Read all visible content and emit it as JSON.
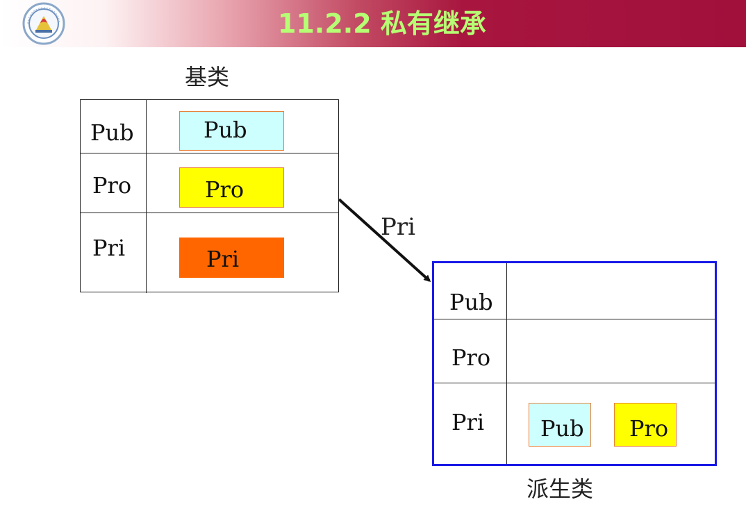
{
  "slide": {
    "title": "11.2.2 私有继承"
  },
  "base_class": {
    "caption": "基类",
    "rows": [
      {
        "label": "Pub",
        "member": "Pub",
        "member_color": "#ccfffd"
      },
      {
        "label": "Pro",
        "member": "Pro",
        "member_color": "#ffff00"
      },
      {
        "label": "Pri",
        "member": "Pri",
        "member_color": "#ff6600"
      }
    ]
  },
  "inheritance": {
    "mode_label": "Pri"
  },
  "derived_class": {
    "caption": "派生类",
    "rows": [
      {
        "label": "Pub"
      },
      {
        "label": "Pro"
      },
      {
        "label": "Pri",
        "members": [
          {
            "name": "Pub",
            "color": "#ccfffd"
          },
          {
            "name": "Pro",
            "color": "#ffff00"
          }
        ]
      }
    ]
  },
  "colors": {
    "derived_border": "#1a1ae6",
    "member_border": "#e8813a",
    "title_text": "#b6ff74",
    "title_bar": "#a0103b"
  }
}
